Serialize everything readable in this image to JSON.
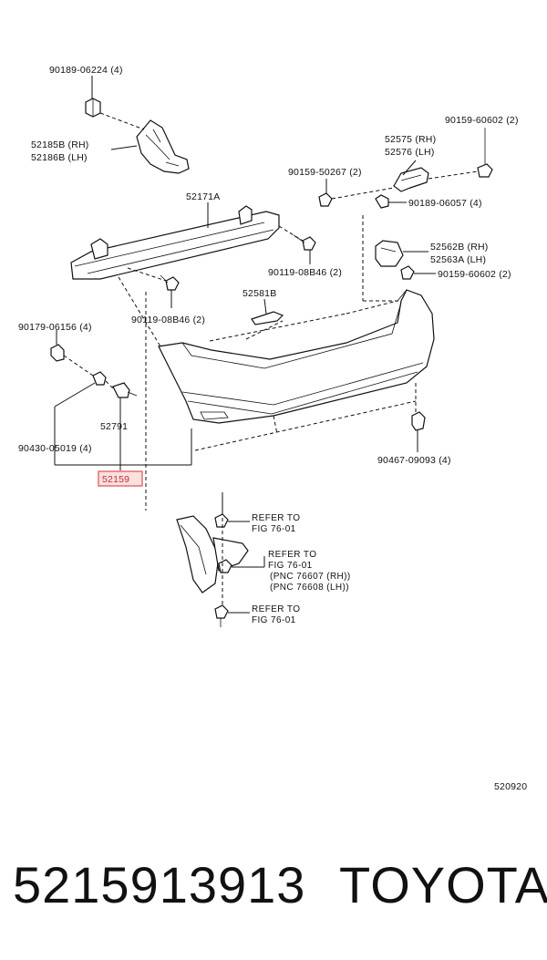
{
  "diagram": {
    "labels": {
      "p90189_06224": "90189-06224 (4)",
      "p52185b": "52185B (RH)",
      "p52186b": "52186B (LH)",
      "p52171a": "52171A",
      "p90119_08b46_a": "90119-08B46 (2)",
      "p90119_08b46_b": "90119-08B46 (2)",
      "p90159_50267": "90159-50267 (2)",
      "p52575": "52575 (RH)",
      "p52576": "52576 (LH)",
      "p90159_60602_a": "90159-60602 (2)",
      "p90189_06057": "90189-06057 (4)",
      "p52562b": "52562B (RH)",
      "p52563a": "52563A (LH)",
      "p90159_60602_b": "90159-60602 (2)",
      "p52581b": "52581B",
      "p90179_06156": "90179-06156 (4)",
      "p52791": "52791",
      "p90430_05019": "90430-05019 (4)",
      "p52159": "52159",
      "p90467_09093": "90467-09093 (4)",
      "ref1_a": "REFER TO",
      "ref1_b": "FIG 76-01",
      "ref2_a": "REFER TO",
      "ref2_b": "FIG 76-01",
      "ref2_c": "(PNC 76607 (RH))",
      "ref2_d": "(PNC 76608 (LH))",
      "ref3_a": "REFER TO",
      "ref3_b": "FIG 76-01",
      "figure_code": "520920"
    },
    "highlight_color": "#e05050"
  },
  "footer": {
    "part_number": "5215913913",
    "brand": "TOYOTA"
  }
}
